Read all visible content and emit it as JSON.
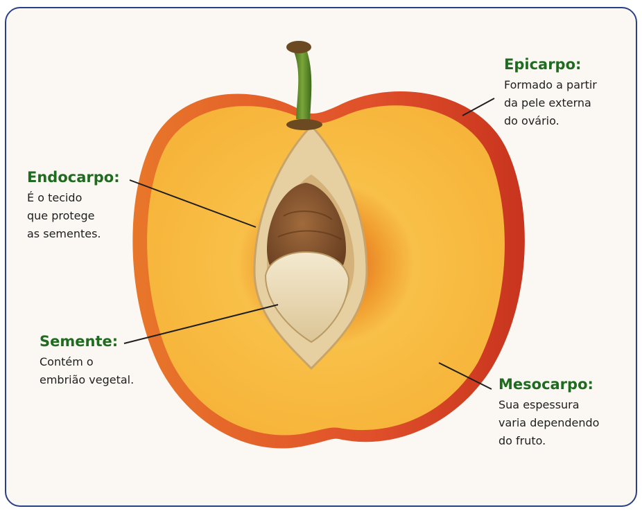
{
  "colors": {
    "frame": "#2b3f86",
    "background": "#fbf8f4",
    "title": "#1f6b1f",
    "text": "#1e1e1e",
    "epicarp": "#e0502a",
    "mesocarp": "#f6b63c",
    "endocarp": "#e6cfa1",
    "seed_coat": "#8a5a32",
    "seed": "#ecdcb6",
    "stem": "#5c8a2a"
  },
  "icons": [
    "peach-half-illustration"
  ],
  "labels": {
    "epicarpo": {
      "title": "Epicarpo:",
      "lines": [
        "Formado a partir",
        "da pele externa",
        "do ovário."
      ]
    },
    "endocarpo": {
      "title": "Endocarpo:",
      "lines": [
        "É o tecido",
        "que protege",
        "as sementes."
      ]
    },
    "semente": {
      "title": "Semente:",
      "lines": [
        "Contém o",
        "embrião vegetal."
      ]
    },
    "mesocarpo": {
      "title": "Mesocarpo:",
      "lines": [
        "Sua espessura",
        "varia dependendo",
        "do fruto."
      ]
    }
  }
}
